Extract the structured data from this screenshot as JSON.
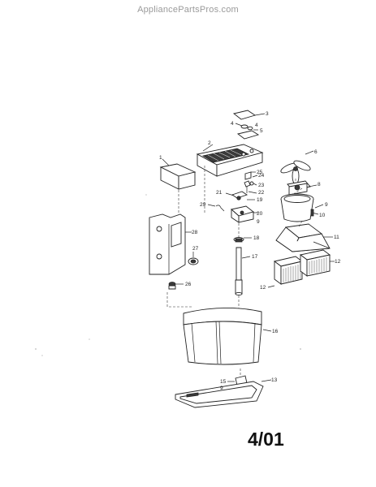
{
  "watermark": "AppliancePartsPros.com",
  "date_code": "4/01",
  "callouts": {
    "p1": "1",
    "p2": "2",
    "p3": "3",
    "p4": "4",
    "p5": "5",
    "p6": "6",
    "p8": "8",
    "p9a": "9",
    "p9b": "9",
    "p9c": "9",
    "p10": "10",
    "p11": "11",
    "p12a": "12",
    "p12b": "12",
    "p13": "13",
    "p15": "15",
    "p16": "16",
    "p17": "17",
    "p18": "18",
    "p19": "19",
    "p20": "20",
    "p21": "21",
    "p22": "22",
    "p23": "23",
    "p24": "24",
    "p25": "25",
    "p26": "26",
    "p27": "27",
    "p28": "28",
    "p29": "29"
  }
}
